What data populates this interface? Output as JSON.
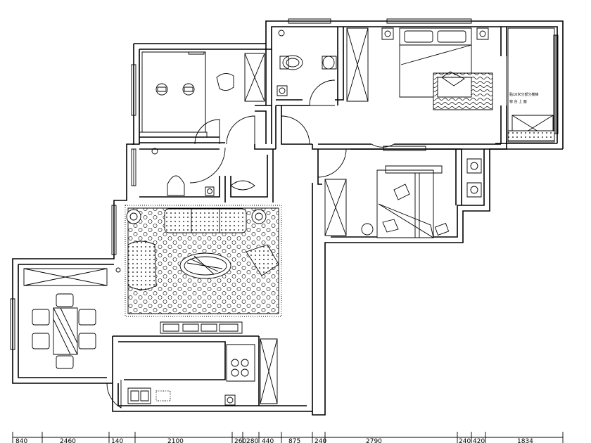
{
  "plan": {
    "annotation": "贴10米分部分楼梯\n窗 台 上 面",
    "dimensions": [
      "840",
      "2460",
      "140",
      "2100",
      "260",
      "280",
      "440",
      "875",
      "240",
      "2790",
      "240",
      "420",
      "1834"
    ]
  }
}
